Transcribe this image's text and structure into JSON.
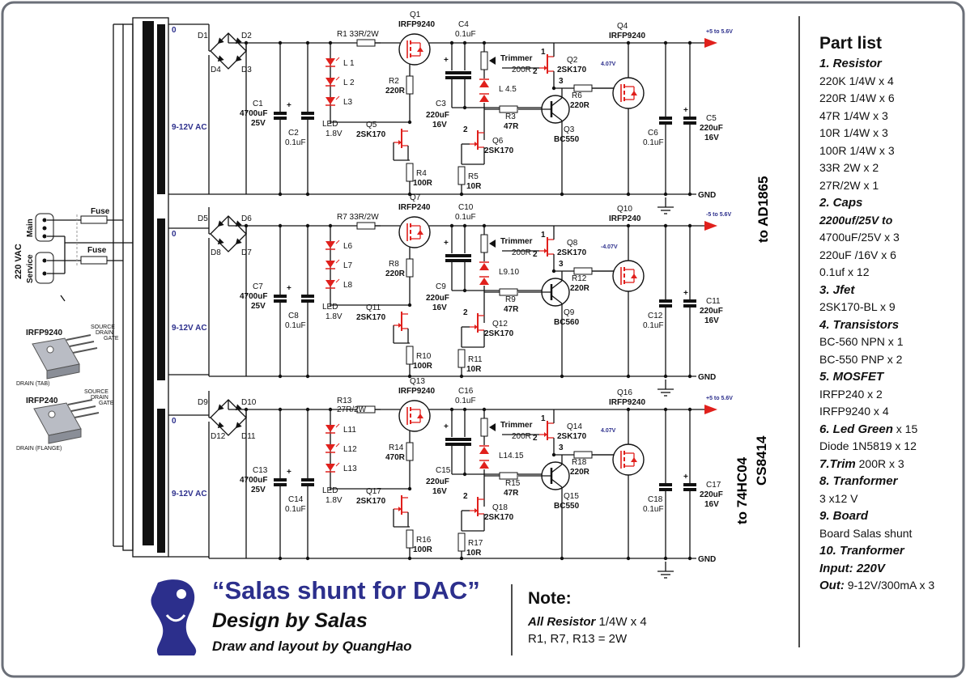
{
  "colors": {
    "accent_blue": "#2c2f8c",
    "accent_red": "#e0201c",
    "wire": "#111111",
    "frame": "#6b6f78"
  },
  "title": {
    "main": "“Salas shunt for DAC”",
    "design": "Design by Salas",
    "draw": "Draw and layout by QuangHao"
  },
  "note": {
    "heading": "Note:",
    "line1_bold": "All Resistor",
    "line1_rest": " 1/4W x 4",
    "line2": "R1, R7, R13 = 2W"
  },
  "input": {
    "main_label": "Main",
    "service_label": "Service",
    "vac_label": "220 VAC",
    "fuse1": "Fuse",
    "fuse2": "Fuse"
  },
  "transformer": {
    "ac1": "9-12V AC",
    "ac2": "9-12V AC",
    "ac3": "9-12V AC",
    "zero": "0"
  },
  "packages": {
    "p1_name": "IRFP9240",
    "p1_source": "SOURCE",
    "p1_drain": "DRAIN",
    "p1_gate": "GATE",
    "p1_tab": "DRAIN\n(TAB)",
    "p2_name": "IRFP240",
    "p2_source": "SOURCE",
    "p2_drain": "DRAIN",
    "p2_gate": "GATE",
    "p2_tab": "DRAIN\n(FLANGE)"
  },
  "rail_labels": {
    "to1": "to AD1865",
    "to2a": "to 74HC04",
    "to2b": "CS8414"
  },
  "sections": [
    {
      "out": "+5 to 5.6V",
      "gnd": "GND",
      "vg": "4.07V",
      "d": [
        "D1",
        "D2",
        "D3",
        "D4"
      ],
      "c_main": [
        "C1",
        "4700uF",
        "25V"
      ],
      "c_sec": [
        "C2",
        "0.1uF"
      ],
      "leds": [
        "L 1",
        "L 2",
        "L3"
      ],
      "led_lbl": [
        "LED",
        "1.8V"
      ],
      "r_in": "R1 33R/2W",
      "q_pass": [
        "Q1",
        "IRFP9240"
      ],
      "r2": [
        "R2",
        "220R"
      ],
      "q_ccs": [
        "Q5",
        "2SK170"
      ],
      "r4": [
        "R4",
        "100R"
      ],
      "c_fb": [
        "C4",
        "0.1uF"
      ],
      "c3": [
        "C3",
        "220uF",
        "16V"
      ],
      "trim": [
        "Trimmer",
        "200R"
      ],
      "led2": "L 4.5",
      "q_jf": [
        "Q2",
        "2SK170"
      ],
      "r3": [
        "R3",
        "47R"
      ],
      "q6": [
        "Q6",
        "2SK170"
      ],
      "r5": [
        "R5",
        "10R"
      ],
      "r6": [
        "R6",
        "220R"
      ],
      "q_bjt": [
        "Q3",
        "BC550"
      ],
      "q_out": [
        "Q4",
        "IRFP9240"
      ],
      "c6": [
        "C6",
        "0.1uF"
      ],
      "c5": [
        "C5",
        "220uF",
        "16V"
      ]
    },
    {
      "out": "-5 to 5.6V",
      "gnd": "GND",
      "vg": "-4.07V",
      "d": [
        "D5",
        "D6",
        "D7",
        "D8"
      ],
      "c_main": [
        "C7",
        "4700uF",
        "25V"
      ],
      "c_sec": [
        "C8",
        "0.1uF"
      ],
      "leds": [
        "L6",
        "L7",
        "L8"
      ],
      "led_lbl": [
        "LED",
        "1.8V"
      ],
      "r_in": "R7 33R/2W",
      "q_pass": [
        "Q7",
        "IRFP240"
      ],
      "r2": [
        "R8",
        "220R"
      ],
      "q_ccs": [
        "Q11",
        "2SK170"
      ],
      "r4": [
        "R10",
        "100R"
      ],
      "c_fb": [
        "C10",
        "0.1uF"
      ],
      "c3": [
        "C9",
        "220uF",
        "16V"
      ],
      "trim": [
        "Trimmer",
        "200R"
      ],
      "led2": "L9.10",
      "q_jf": [
        "Q8",
        "2SK170"
      ],
      "r3": [
        "R9",
        "47R"
      ],
      "q6": [
        "Q12",
        "2SK170"
      ],
      "r5": [
        "R11",
        "10R"
      ],
      "r6": [
        "R12",
        "220R"
      ],
      "q_bjt": [
        "Q9",
        "BC560"
      ],
      "q_out": [
        "Q10",
        "IRFP240"
      ],
      "c6": [
        "C12",
        "0.1uF"
      ],
      "c5": [
        "C11",
        "220uF",
        "16V"
      ]
    },
    {
      "out": "+5 to 5.6V",
      "gnd": "GND",
      "vg": "4.07V",
      "d": [
        "D9",
        "D10",
        "D11",
        "D12"
      ],
      "c_main": [
        "C13",
        "4700uF",
        "25V"
      ],
      "c_sec": [
        "C14",
        "0.1uF"
      ],
      "leds": [
        "L11",
        "L12",
        "L13"
      ],
      "led_lbl": [
        "LED",
        "1.8V"
      ],
      "r_in": "R13\n27R/2W",
      "q_pass": [
        "Q13",
        "IRFP9240"
      ],
      "r2": [
        "R14",
        "470R"
      ],
      "q_ccs": [
        "Q17",
        "2SK170"
      ],
      "r4": [
        "R16",
        "100R"
      ],
      "c_fb": [
        "C16",
        "0.1uF"
      ],
      "c3": [
        "C15",
        "220uF",
        "16V"
      ],
      "trim": [
        "Trimmer",
        "200R"
      ],
      "led2": "L14.15",
      "q_jf": [
        "Q14",
        "2SK170"
      ],
      "r3": [
        "R15",
        "47R"
      ],
      "q6": [
        "Q18",
        "2SK170"
      ],
      "r5": [
        "R17",
        "10R"
      ],
      "r6": [
        "R18",
        "220R"
      ],
      "q_bjt": [
        "Q15",
        "BC550"
      ],
      "q_out": [
        "Q16",
        "IRFP9240"
      ],
      "c6": [
        "C18",
        "0.1uF"
      ],
      "c5": [
        "C17",
        "220uF",
        "16V"
      ]
    }
  ],
  "parts": {
    "title": "Part list",
    "groups": [
      {
        "heading": "1. Resistor",
        "items": [
          "220K 1/4W x 4",
          "220R 1/4W x 6",
          "47R 1/4W x 3",
          "10R 1/4W x 3",
          "100R 1/4W x 3",
          "33R 2W  x 2",
          "27R/2W x 1"
        ]
      },
      {
        "heading": "2. Caps",
        "items_bold": [
          " 2200uf/25V  to"
        ],
        "items": [
          "4700uF/25V x 3",
          "220uF /16V x  6",
          "0.1uf x 12"
        ]
      },
      {
        "heading": "3. Jfet",
        "items": [
          "2SK170-BL x 9"
        ]
      },
      {
        "heading": "4. Transistors",
        "items": [
          "BC-560 NPN x 1",
          "BC-550 PNP x  2"
        ]
      },
      {
        "heading": "5. MOSFET",
        "items": [
          "IRFP240 x 2",
          "IRFP9240 x  4"
        ]
      },
      {
        "heading": "6. Led Green",
        "heading_rest": " x 15",
        "items": [
          "Diode 1N5819 x 12"
        ]
      },
      {
        "heading": "7.Trim",
        "heading_rest": " 200R x 3",
        "items": []
      },
      {
        "heading": "8. Tranformer",
        "items": [
          "3 x12 V"
        ]
      },
      {
        "heading": "9. Board",
        "items": [
          " Board Salas shunt"
        ]
      },
      {
        "heading": "10.  Tranformer",
        "items": []
      },
      {
        "heading": "Input: 220V",
        "items": []
      },
      {
        "heading": "Out:",
        "heading_rest": " 9-12V/300mA x 3",
        "items": []
      }
    ]
  }
}
